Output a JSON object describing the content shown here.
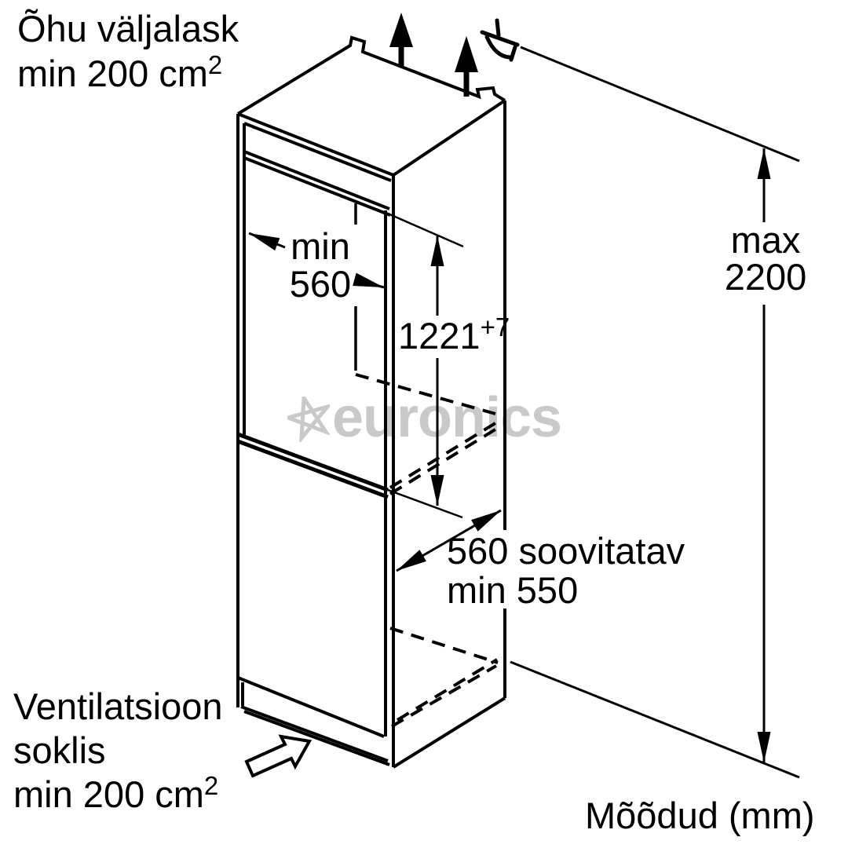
{
  "colors": {
    "line": "#000000",
    "background": "#ffffff",
    "watermark": "#c9c9c9"
  },
  "labels": {
    "air_outlet": {
      "line1": "Õhu väljalask",
      "line2_text": "min 200 cm",
      "line2_sup": "2"
    },
    "niche_width": {
      "line1": "min",
      "line2": "560"
    },
    "niche_height": {
      "value": "1221",
      "sup": "+7"
    },
    "max_height": {
      "line1": "max",
      "line2": "2200"
    },
    "depth": {
      "line1": "560 soovitatav",
      "line2": "min 550"
    },
    "plinth_vent": {
      "line1": "Ventilatsioon",
      "line2": "soklis",
      "line3_text": "min 200 cm",
      "line3_sup": "2"
    },
    "units": "Mõõdud (mm)",
    "watermark_text": "euronics"
  },
  "icons": {
    "airflow_up_arrows": "two solid arrows pointing up from cabinet top",
    "airflow_curve": "curved air-deflection arrow at top rear edge",
    "plinth_vent_arrow": "outlined block arrow pointing into plinth slot",
    "watermark_star": "outlined five-point star of euronics logo"
  }
}
